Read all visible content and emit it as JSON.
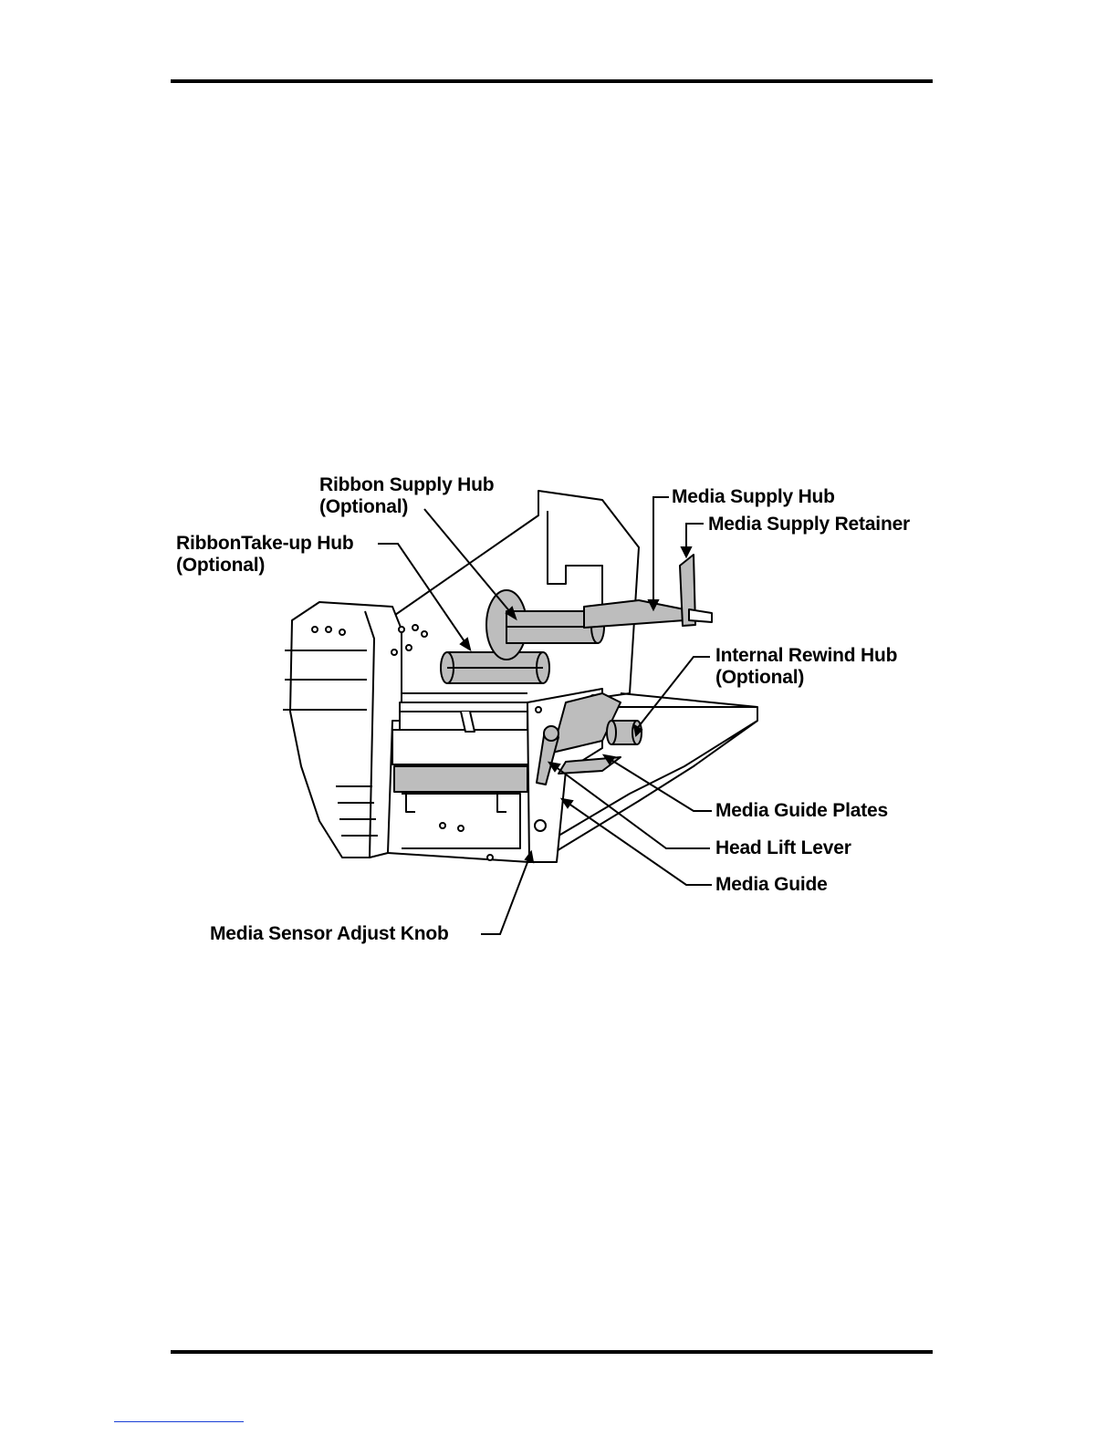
{
  "labels": {
    "ribbon_supply_hub": [
      "Ribbon Supply Hub",
      "(Optional)"
    ],
    "ribbon_takeup_hub": [
      "RibbonTake-up Hub",
      "(Optional)"
    ],
    "media_supply_hub": "Media Supply Hub",
    "media_supply_retainer": "Media Supply Retainer",
    "internal_rewind_hub": [
      "Internal Rewind Hub",
      "(Optional)"
    ],
    "media_guide_plates": "Media Guide Plates",
    "head_lift_lever": "Head Lift Lever",
    "media_guide": "Media Guide",
    "media_sensor_adjust_knob": "Media Sensor Adjust Knob"
  },
  "colors": {
    "ink": "#000000",
    "part_fill": "#bdbdbd",
    "body_fill": "#ffffff",
    "footer_link": "#1a3fd6"
  }
}
